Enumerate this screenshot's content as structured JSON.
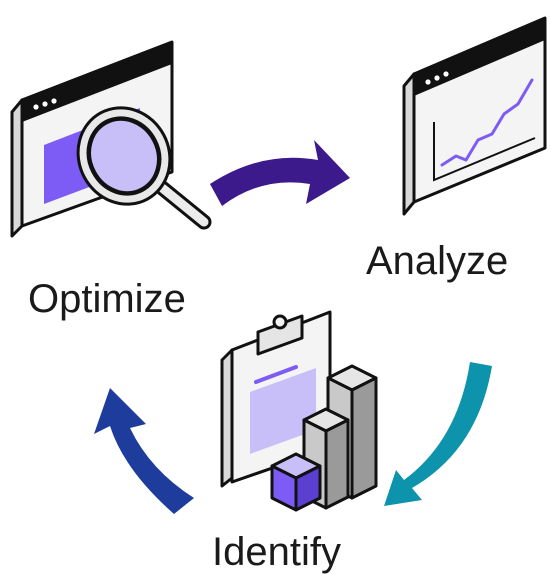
{
  "steps": [
    {
      "label": "Optimize",
      "icon": "browser-magnifier-icon"
    },
    {
      "label": "Analyze",
      "icon": "browser-line-chart-icon"
    },
    {
      "label": "Identify",
      "icon": "clipboard-bar-chart-icon"
    }
  ],
  "arrows": [
    {
      "from": "Optimize",
      "to": "Analyze",
      "color": "#3d1a8c"
    },
    {
      "from": "Analyze",
      "to": "Identify",
      "color": "#0e93ad"
    },
    {
      "from": "Identify",
      "to": "Optimize",
      "color": "#1e3c9c"
    }
  ],
  "colors": {
    "accent_purple": "#7c5cf5",
    "accent_lavender": "#c8bff8",
    "outline": "#111111",
    "window_bar": "#111111",
    "window_body": "#f3f3f3",
    "bar_gray": "#c9c9c9"
  }
}
